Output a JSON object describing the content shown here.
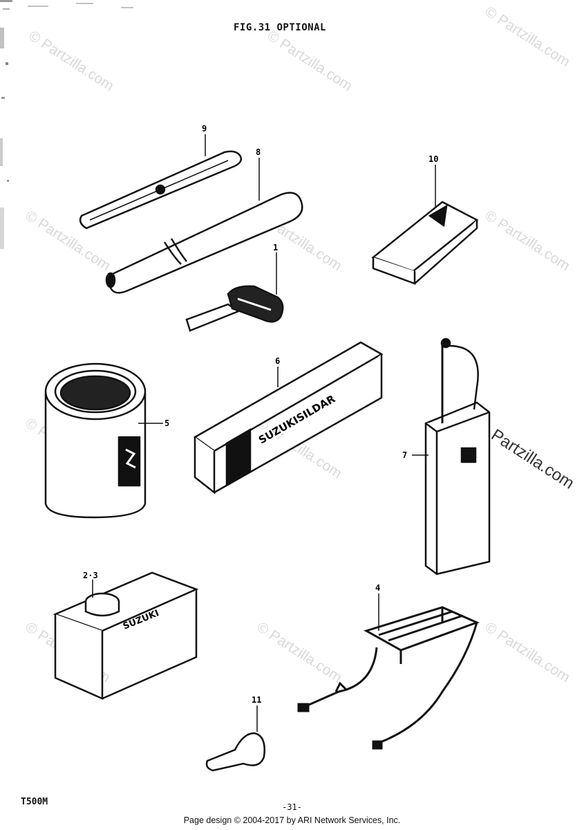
{
  "header": {
    "title": "FIG.31 OPTIONAL"
  },
  "footer": {
    "model": "T500M",
    "page_number": "-31-",
    "credit": "Page design © 2004-2017 by ARI Network Services, Inc."
  },
  "watermark": {
    "text": "© Partzilla.com"
  },
  "callouts": {
    "c1": "1",
    "c23": "2·3",
    "c4": "4",
    "c5": "5",
    "c6": "6",
    "c7": "7",
    "c8": "8",
    "c9": "9",
    "c10": "10",
    "c11": "11"
  },
  "labels": {
    "box_brand": "SUZUKISILDAR",
    "can_brand": "SUZUKI"
  }
}
